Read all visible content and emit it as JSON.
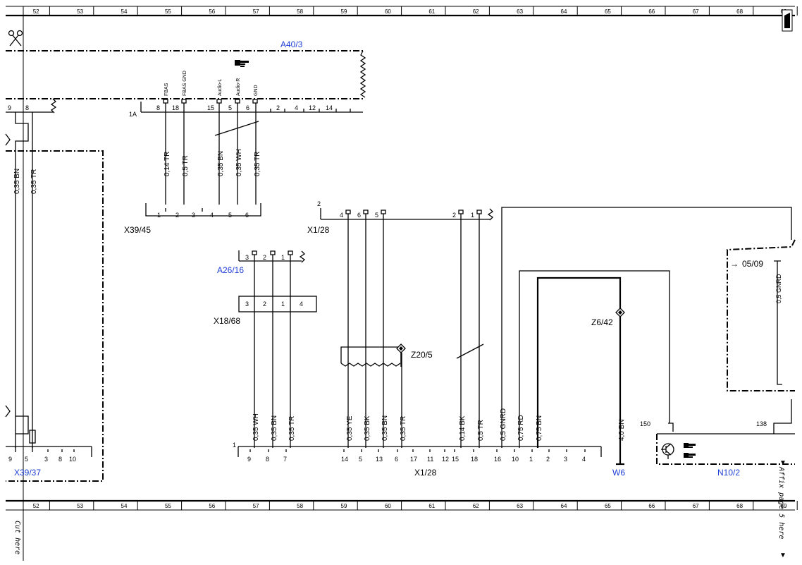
{
  "ruler": {
    "labels": [
      "52",
      "53",
      "54",
      "55",
      "56",
      "57",
      "58",
      "59",
      "60",
      "61",
      "62",
      "63",
      "64",
      "65",
      "66",
      "67",
      "68",
      "69"
    ]
  },
  "components": {
    "a40_3": "A40/3",
    "a26_16": "A26/16",
    "x39_37": "X39/37",
    "w6": "W6",
    "n10_2": "N10/2",
    "x39_45": "X39/45",
    "x1_28_top": "X1/28",
    "x18_68": "X18/68",
    "z20_5": "Z20/5",
    "z6_42": "Z6/42",
    "x1_28_bottom": "X1/28",
    "ref_05_09": "05/09"
  },
  "a40_3_pins": {
    "names": [
      "FBAS",
      "FBAS GND",
      "Audio-L",
      "Audio-R",
      "GND"
    ],
    "numbers": [
      "8",
      "18",
      "15",
      "5",
      "6",
      "2",
      "4",
      "12",
      "14"
    ],
    "row_label": "1A"
  },
  "left_wires": {
    "pins_top": [
      "9",
      "8"
    ],
    "labels": [
      "0,35 BN",
      "0,35 TR"
    ]
  },
  "x39_45": {
    "wires": [
      "0,14 TR",
      "0,5 TR",
      "0,35 BN",
      "0,35 WH",
      "0,35 TR"
    ],
    "pins": [
      "1",
      "2",
      "3",
      "4",
      "5",
      "6"
    ]
  },
  "x1_28_top": {
    "label_2": "2",
    "pins": [
      "4",
      "6",
      "5",
      "2",
      "1"
    ]
  },
  "a26_16": {
    "pins": [
      "3",
      "2",
      "1"
    ]
  },
  "x18_68": {
    "pins": [
      "3",
      "2",
      "1",
      "4"
    ]
  },
  "z6_42_wire": "4,0 BN",
  "bottom_wires": [
    "0,35 WH",
    "0,35 BN",
    "0,35 TR",
    "0,35 YE",
    "0,35 BK",
    "0,35 BN",
    "0,35 TR",
    "0,14 BK",
    "0,5 TR",
    "0,5 GNRD",
    "0,75 RD",
    "0,75 BN"
  ],
  "x39_37_pins": [
    "9",
    "5",
    "3",
    "8",
    "10"
  ],
  "x1_28_bottom": {
    "row_label": "1",
    "pins": [
      "9",
      "8",
      "7",
      "14",
      "5",
      "13",
      "6",
      "17",
      "11",
      "12",
      "15",
      "18",
      "16",
      "10",
      "1",
      "2",
      "3",
      "4"
    ]
  },
  "n10_2": {
    "pins": [
      "150",
      "138"
    ],
    "gnrd_label": "0,5 GNRD"
  },
  "affix_note": "Affix page 5 here",
  "cut_note": "Cut here"
}
